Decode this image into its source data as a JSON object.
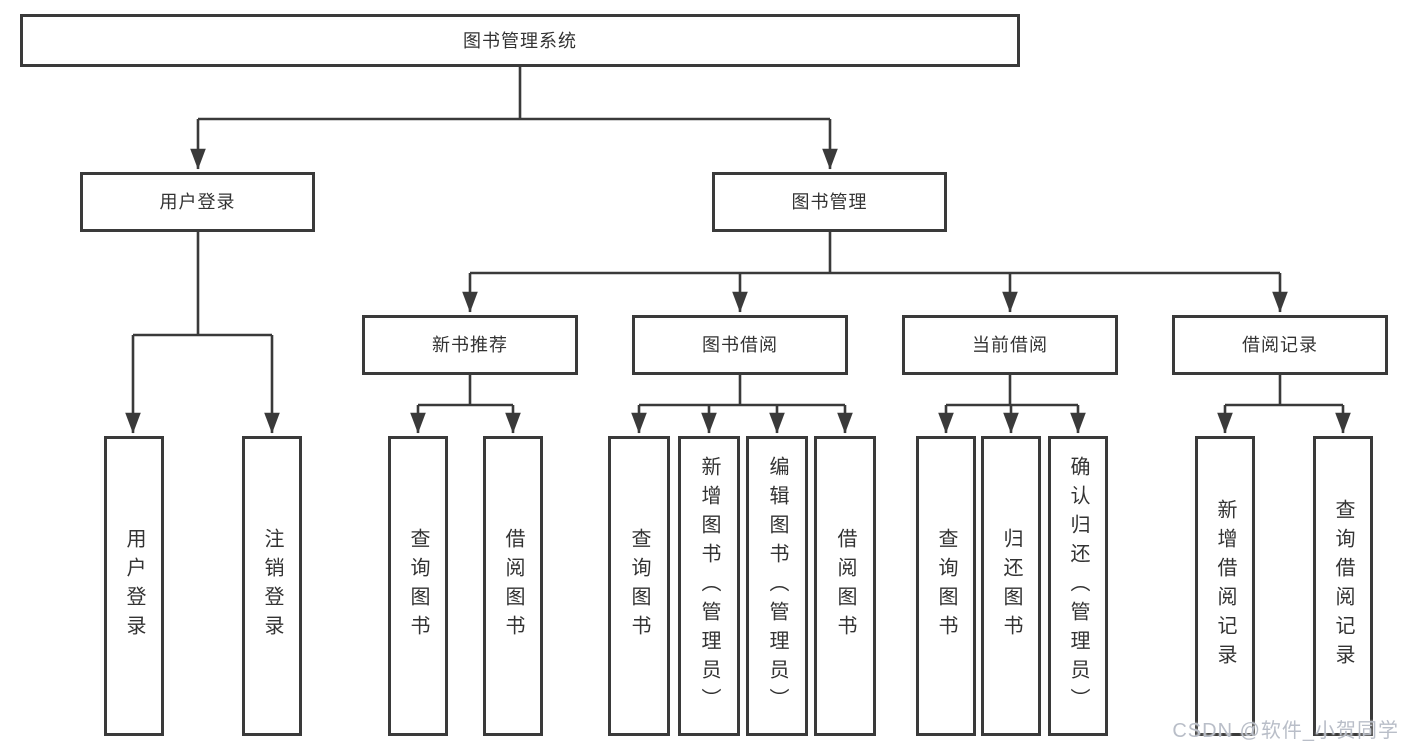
{
  "diagram_title": "图书管理系统",
  "tree": {
    "label": "图书管理系统",
    "children": [
      {
        "label": "用户登录",
        "children": [
          {
            "label": "用户登录"
          },
          {
            "label": "注销登录"
          }
        ]
      },
      {
        "label": "图书管理",
        "children": [
          {
            "label": "新书推荐",
            "children": [
              {
                "label": "查询图书"
              },
              {
                "label": "借阅图书"
              }
            ]
          },
          {
            "label": "图书借阅",
            "children": [
              {
                "label": "查询图书"
              },
              {
                "label": "新增图书（管理员）"
              },
              {
                "label": "编辑图书（管理员）"
              },
              {
                "label": "借阅图书"
              }
            ]
          },
          {
            "label": "当前借阅",
            "children": [
              {
                "label": "查询图书"
              },
              {
                "label": "归还图书"
              },
              {
                "label": "确认归还（管理员）"
              }
            ]
          },
          {
            "label": "借阅记录",
            "children": [
              {
                "label": "新增借阅记录"
              },
              {
                "label": "查询借阅记录"
              }
            ]
          }
        ]
      }
    ]
  },
  "watermark": "CSDN @软件_小贺同学",
  "colors": {
    "line": "#3a3a3a",
    "text": "#333333",
    "watermark": "#b9bec8",
    "background": "#ffffff"
  }
}
